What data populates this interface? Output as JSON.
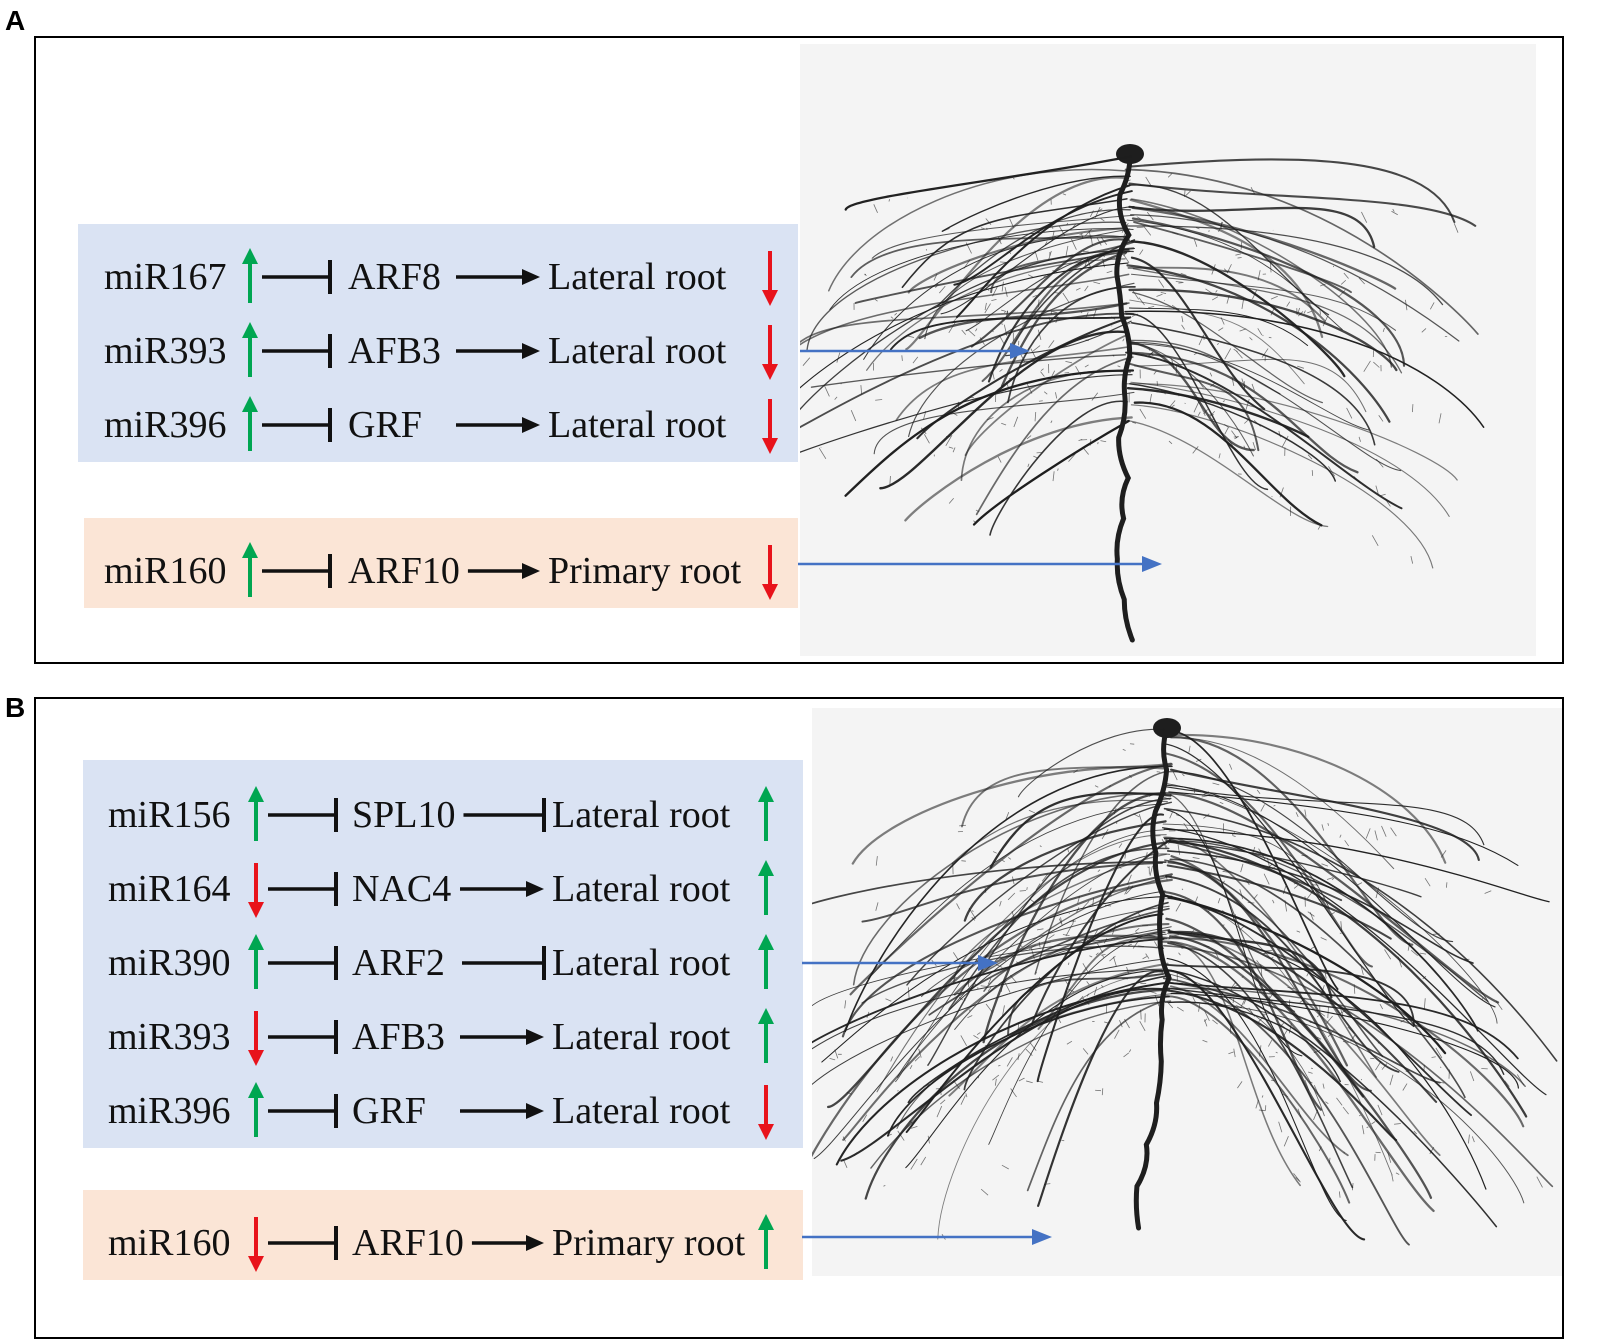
{
  "panels": [
    {
      "letter": "A",
      "lateral_box": [
        {
          "mirna": "miR167",
          "mirna_dir": "up",
          "target": "ARF8",
          "effect": "promotes",
          "phenotype": "Lateral root",
          "phen_dir": "down"
        },
        {
          "mirna": "miR393",
          "mirna_dir": "up",
          "target": "AFB3",
          "effect": "promotes",
          "phenotype": "Lateral root",
          "phen_dir": "down"
        },
        {
          "mirna": "miR396",
          "mirna_dir": "up",
          "target": "GRF",
          "effect": "promotes",
          "phenotype": "Lateral root",
          "phen_dir": "down"
        }
      ],
      "primary_box": [
        {
          "mirna": "miR160",
          "mirna_dir": "up",
          "target": "ARF10",
          "effect": "promotes",
          "phenotype": "Primary root",
          "phen_dir": "down"
        }
      ]
    },
    {
      "letter": "B",
      "lateral_box": [
        {
          "mirna": "miR156",
          "mirna_dir": "up",
          "target": "SPL10",
          "effect": "inhibits",
          "phenotype": "Lateral root",
          "phen_dir": "up"
        },
        {
          "mirna": "miR164",
          "mirna_dir": "down",
          "target": "NAC4",
          "effect": "promotes",
          "phenotype": "Lateral root",
          "phen_dir": "up"
        },
        {
          "mirna": "miR390",
          "mirna_dir": "up",
          "target": "ARF2",
          "effect": "inhibits",
          "phenotype": "Lateral root",
          "phen_dir": "up"
        },
        {
          "mirna": "miR393",
          "mirna_dir": "down",
          "target": "AFB3",
          "effect": "promotes",
          "phenotype": "Lateral root",
          "phen_dir": "up"
        },
        {
          "mirna": "miR396",
          "mirna_dir": "up",
          "target": "GRF",
          "effect": "promotes",
          "phenotype": "Lateral root",
          "phen_dir": "down"
        }
      ],
      "primary_box": [
        {
          "mirna": "miR160",
          "mirna_dir": "down",
          "target": "ARF10",
          "effect": "promotes",
          "phenotype": "Primary root",
          "phen_dir": "up"
        }
      ]
    }
  ],
  "colors": {
    "up_arrow": "#00a651",
    "down_arrow": "#e8131b",
    "pointer_arrow": "#4472c4",
    "lateral_box_bg": "#dae3f3",
    "primary_box_bg": "#fbe5d6",
    "root_ink": "#1e1e1e"
  },
  "images": [
    {
      "name": "root-photo-a",
      "depicts": "root system photograph"
    },
    {
      "name": "root-photo-b",
      "depicts": "root system photograph"
    }
  ]
}
